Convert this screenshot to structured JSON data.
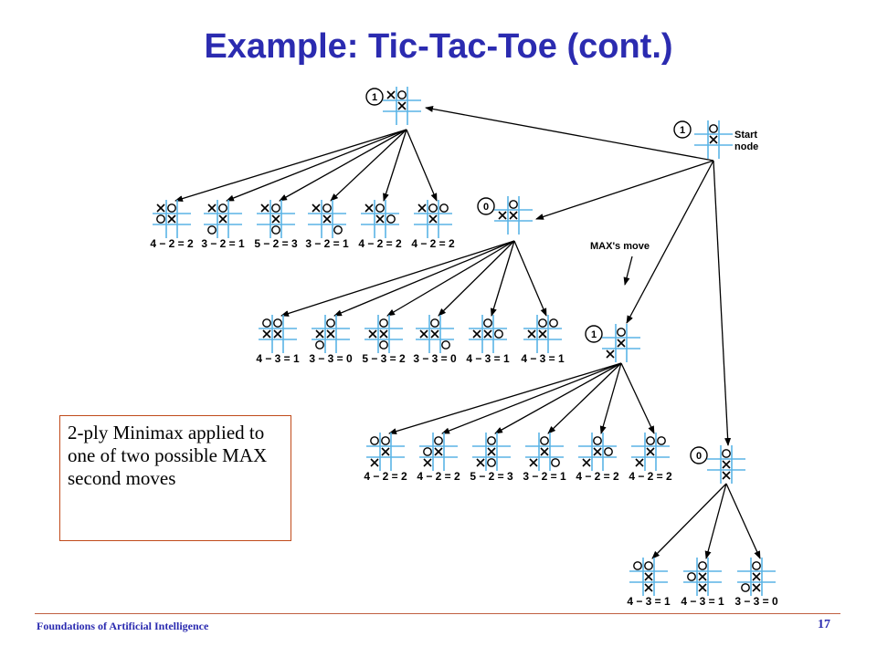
{
  "slide": {
    "title": "Example: Tic-Tac-Toe (cont.)",
    "callout": "2-ply Minimax applied to one of two possible MAX second moves",
    "footer_left": "Foundations of Artificial Intelligence",
    "page_number": "17"
  },
  "labels": {
    "start_node_line1": "Start",
    "start_node_line2": "node",
    "max_move": "MAX's move"
  },
  "colors": {
    "title": "#2b2bb0",
    "grid_lines": "#5ab4e6",
    "callout_border": "#c04a1a",
    "footer_rule": "#c06040"
  },
  "tree": {
    "start": {
      "board": [
        "",
        "O",
        "",
        "",
        "X",
        "",
        "",
        "",
        ""
      ],
      "value": "1",
      "label": "Start node"
    },
    "max_moves": [
      {
        "board": [
          "X",
          "O",
          "",
          "",
          "X",
          "",
          "",
          "",
          ""
        ],
        "value": "1",
        "children": [
          {
            "board": [
              "X",
              "O",
              "",
              "O",
              "X",
              "",
              "",
              "",
              ""
            ],
            "eval": "4 − 2 = 2"
          },
          {
            "board": [
              "X",
              "O",
              "",
              "",
              "X",
              "",
              "O",
              "",
              ""
            ],
            "eval": "3 − 2 = 1"
          },
          {
            "board": [
              "X",
              "O",
              "",
              "",
              "X",
              "",
              "",
              "O",
              ""
            ],
            "eval": "5 − 2 = 3"
          },
          {
            "board": [
              "X",
              "O",
              "",
              "",
              "X",
              "",
              "",
              "",
              "O"
            ],
            "eval": "3 − 2 = 1"
          },
          {
            "board": [
              "X",
              "O",
              "",
              "",
              "X",
              "O",
              "",
              "",
              ""
            ],
            "eval": "4 − 2 = 2"
          },
          {
            "board": [
              "X",
              "O",
              "O",
              "",
              "X",
              "",
              "",
              "",
              ""
            ],
            "eval": "4 − 2 = 2"
          }
        ]
      },
      {
        "board": [
          "",
          "O",
          "",
          "X",
          "X",
          "",
          "",
          "",
          ""
        ],
        "value": "0",
        "children": [
          {
            "board": [
              "O",
              "O",
              "",
              "X",
              "X",
              "",
              "",
              "",
              ""
            ],
            "eval": "4 − 3 = 1"
          },
          {
            "board": [
              "",
              "O",
              "",
              "X",
              "X",
              "",
              "O",
              "",
              ""
            ],
            "eval": "3 − 3 = 0"
          },
          {
            "board": [
              "",
              "O",
              "",
              "X",
              "X",
              "",
              "",
              "O",
              ""
            ],
            "eval": "5 − 3 = 2"
          },
          {
            "board": [
              "",
              "O",
              "",
              "X",
              "X",
              "",
              "",
              "",
              "O"
            ],
            "eval": "3 − 3 = 0"
          },
          {
            "board": [
              "",
              "O",
              "",
              "X",
              "X",
              "O",
              "",
              "",
              ""
            ],
            "eval": "4 − 3 = 1"
          },
          {
            "board": [
              "",
              "O",
              "O",
              "X",
              "X",
              "",
              "",
              "",
              ""
            ],
            "eval": "4 − 3 = 1"
          }
        ]
      },
      {
        "board": [
          "",
          "O",
          "",
          "",
          "X",
          "",
          "X",
          "",
          ""
        ],
        "value": "1",
        "children": [
          {
            "board": [
              "O",
              "O",
              "",
              "",
              "X",
              "",
              "X",
              "",
              ""
            ],
            "eval": "4 − 2 = 2"
          },
          {
            "board": [
              "",
              "O",
              "",
              "O",
              "X",
              "",
              "X",
              "",
              ""
            ],
            "eval": "4 − 2 = 2"
          },
          {
            "board": [
              "",
              "O",
              "",
              "",
              "X",
              "",
              "X",
              "O",
              ""
            ],
            "eval": "5 − 2 = 3"
          },
          {
            "board": [
              "",
              "O",
              "",
              "",
              "X",
              "",
              "X",
              "",
              "O"
            ],
            "eval": "3 − 2 = 1"
          },
          {
            "board": [
              "",
              "O",
              "",
              "",
              "X",
              "O",
              "X",
              "",
              ""
            ],
            "eval": "4 − 2 = 2"
          },
          {
            "board": [
              "",
              "O",
              "O",
              "",
              "X",
              "",
              "X",
              "",
              ""
            ],
            "eval": "4 − 2 = 2"
          }
        ]
      },
      {
        "board": [
          "",
          "O",
          "",
          "",
          "X",
          "",
          "",
          "X",
          ""
        ],
        "value": "0",
        "children": [
          {
            "board": [
              "O",
              "O",
              "",
              "",
              "X",
              "",
              "",
              "X",
              ""
            ],
            "eval": "4 − 3 = 1"
          },
          {
            "board": [
              "",
              "O",
              "",
              "O",
              "X",
              "",
              "",
              "X",
              ""
            ],
            "eval": "4 − 3 = 1"
          },
          {
            "board": [
              "",
              "O",
              "",
              "",
              "X",
              "",
              "O",
              "X",
              ""
            ],
            "eval": "3 − 3 = 0"
          }
        ]
      }
    ]
  }
}
